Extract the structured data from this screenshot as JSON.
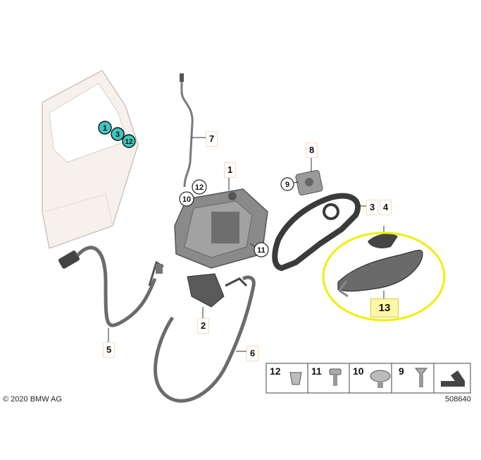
{
  "diagram": {
    "callouts": {
      "c1": "1",
      "c2": "2",
      "c3": "3",
      "c4": "4",
      "c5": "5",
      "c6": "6",
      "c7": "7",
      "c8": "8",
      "c9": "9",
      "c10": "10",
      "c11": "11",
      "c12": "12",
      "c13": "13"
    },
    "door_markers": [
      "1",
      "3",
      "12"
    ],
    "legend": [
      "12",
      "11",
      "10",
      "9"
    ],
    "copyright": "© 2020 BMW AG",
    "image_number": "508640",
    "colors": {
      "marker_fill": "#3cc7c0",
      "highlight_ring": "#f2ee00",
      "highlight_label": "#fff7a8"
    }
  }
}
